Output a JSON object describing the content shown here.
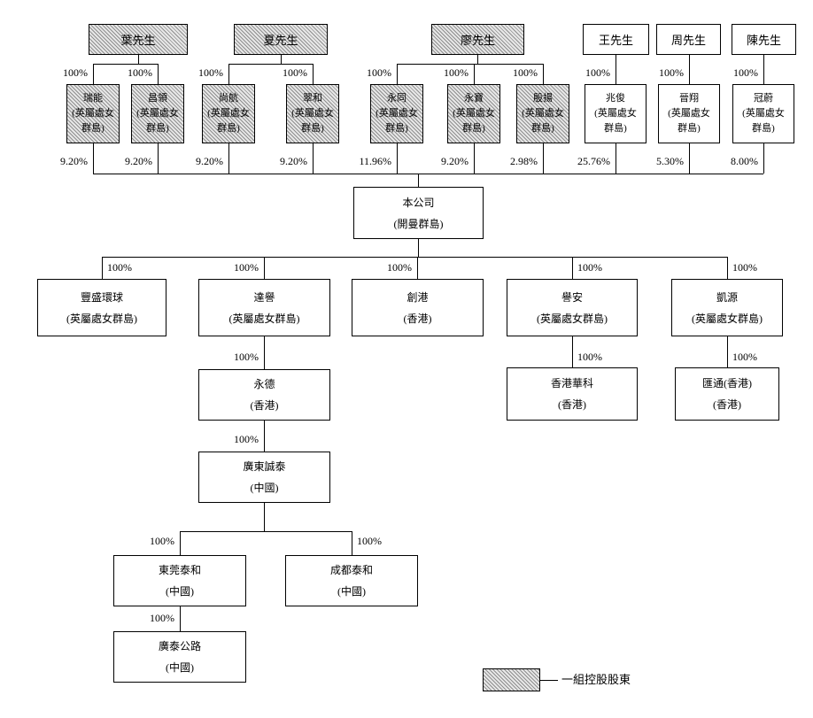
{
  "colors": {
    "line": "#000000",
    "hatch_stripe": "#8f8f8f",
    "hatch_background": "#e7e7e7"
  },
  "persons": [
    {
      "name": "葉先生",
      "hatched": true
    },
    {
      "name": "夏先生",
      "hatched": true
    },
    {
      "name": "廖先生",
      "hatched": true
    },
    {
      "name": "王先生",
      "hatched": false
    },
    {
      "name": "周先生",
      "hatched": false
    },
    {
      "name": "陳先生",
      "hatched": false
    }
  ],
  "holdcos": [
    {
      "label": "瑞能\n(英屬處女\n群島)",
      "owned": "100%",
      "stake": "9.20%",
      "hatched": true
    },
    {
      "label": "昌領\n(英屬處女\n群島)",
      "owned": "100%",
      "stake": "9.20%",
      "hatched": true
    },
    {
      "label": "尚航\n(英屬處女\n群島)",
      "owned": "100%",
      "stake": "9.20%",
      "hatched": true
    },
    {
      "label": "翠和\n(英屬處女\n群島)",
      "owned": "100%",
      "stake": "9.20%",
      "hatched": true
    },
    {
      "label": "永同\n(英屬處女\n群島)",
      "owned": "100%",
      "stake": "11.96%",
      "hatched": true
    },
    {
      "label": "永寶\n(英屬處女\n群島)",
      "owned": "100%",
      "stake": "9.20%",
      "hatched": true
    },
    {
      "label": "殷揚\n(英屬處女\n群島)",
      "owned": "100%",
      "stake": "2.98%",
      "hatched": true
    },
    {
      "label": "兆俊\n(英屬處女\n群島)",
      "owned": "100%",
      "stake": "25.76%",
      "hatched": false
    },
    {
      "label": "晉翔\n(英屬處女\n群島)",
      "owned": "100%",
      "stake": "5.30%",
      "hatched": false
    },
    {
      "label": "冠蔚\n(英屬處女\n群島)",
      "owned": "100%",
      "stake": "8.00%",
      "hatched": false
    }
  ],
  "company": {
    "label": "本公司\n(開曼群島)"
  },
  "subsidiaries": [
    {
      "label": "豐盛環球\n(英屬處女群島)",
      "pct": "100%"
    },
    {
      "label": "達譽\n(英屬處女群島)",
      "pct": "100%"
    },
    {
      "label": "創港\n(香港)",
      "pct": "100%"
    },
    {
      "label": "譽安\n(英屬處女群島)",
      "pct": "100%"
    },
    {
      "label": "凱源\n(英屬處女群島)",
      "pct": "100%"
    }
  ],
  "lower_entities": {
    "yongde": {
      "label": "永德\n(香港)",
      "pct": "100%"
    },
    "guangdong_chengtai": {
      "label": "廣東誠泰\n(中國)",
      "pct": "100%"
    },
    "dongguan_taihe": {
      "label": "東莞泰和\n(中國)",
      "pct": "100%"
    },
    "chengdu_taihe": {
      "label": "成都泰和\n(中國)",
      "pct": "100%"
    },
    "guangtai_highway": {
      "label": "廣泰公路\n(中國)",
      "pct": "100%"
    },
    "hongkong_huake": {
      "label": "香港華科\n(香港)",
      "pct": "100%"
    },
    "huitong": {
      "label": "匯通(香港)\n(香港)",
      "pct": "100%"
    }
  },
  "legend": {
    "label": "一組控股股東"
  }
}
